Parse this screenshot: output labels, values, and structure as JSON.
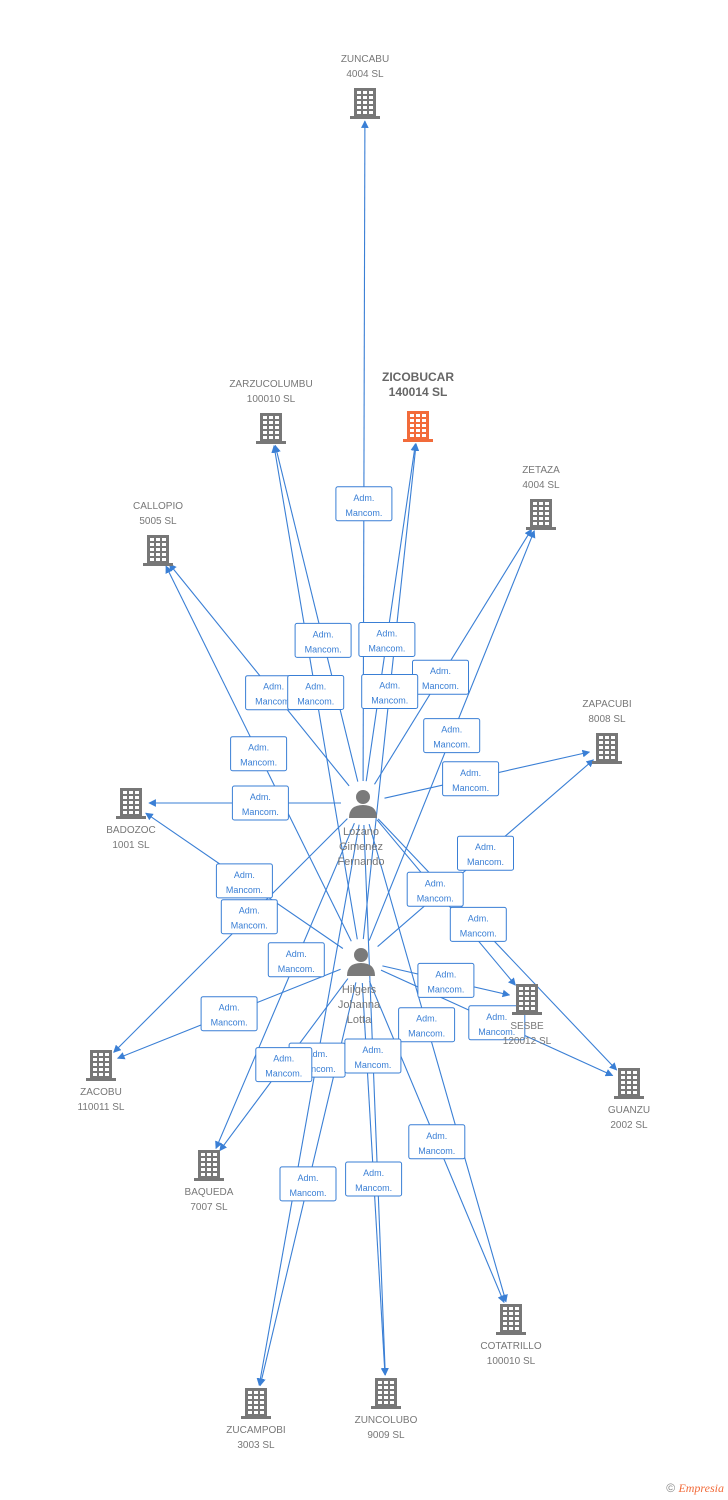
{
  "diagram": {
    "edge_label_line1": "Adm.",
    "edge_label_line2": "Mancom.",
    "persons": [
      {
        "id": "lozano",
        "lines": [
          "Lozano",
          "Gimenez",
          "Fernando"
        ]
      },
      {
        "id": "hilgers",
        "lines": [
          "Hilgers",
          "Johanna",
          "Lotta"
        ]
      }
    ],
    "companies": [
      {
        "id": "zuncabu",
        "lines": [
          "ZUNCABU",
          "4004 SL"
        ],
        "main": false
      },
      {
        "id": "zarzucolumbu",
        "lines": [
          "ZARZUCOLUMBU",
          "100010 SL"
        ],
        "main": false
      },
      {
        "id": "zicobucar",
        "lines": [
          "ZICOBUCAR",
          "140014 SL"
        ],
        "main": true
      },
      {
        "id": "zetaza",
        "lines": [
          "ZETAZA",
          "4004 SL"
        ],
        "main": false
      },
      {
        "id": "callopio",
        "lines": [
          "CALLOPIO",
          "5005 SL"
        ],
        "main": false
      },
      {
        "id": "zapacubi",
        "lines": [
          "ZAPACUBI",
          "8008 SL"
        ],
        "main": false
      },
      {
        "id": "badozoc",
        "lines": [
          "BADOZOC",
          "1001 SL"
        ],
        "main": false
      },
      {
        "id": "sesbe",
        "lines": [
          "SESBE",
          "120012 SL"
        ],
        "main": false
      },
      {
        "id": "guanzu",
        "lines": [
          "GUANZU",
          "2002 SL"
        ],
        "main": false
      },
      {
        "id": "zacobu",
        "lines": [
          "ZACOBU",
          "110011 SL"
        ],
        "main": false
      },
      {
        "id": "baqueda",
        "lines": [
          "BAQUEDA",
          "7007 SL"
        ],
        "main": false
      },
      {
        "id": "cotatrillo",
        "lines": [
          "COTATRILLO",
          "100010 SL"
        ],
        "main": false
      },
      {
        "id": "zucampobi",
        "lines": [
          "ZUCAMPOBI",
          "3003 SL"
        ],
        "main": false
      },
      {
        "id": "zuncolubo",
        "lines": [
          "ZUNCOLUBO",
          "9009 SL"
        ],
        "main": false
      }
    ],
    "edges": [
      {
        "from": "lozano",
        "to": "zuncabu"
      },
      {
        "from": "lozano",
        "to": "zarzucolumbu"
      },
      {
        "from": "lozano",
        "to": "zicobucar"
      },
      {
        "from": "lozano",
        "to": "zetaza"
      },
      {
        "from": "lozano",
        "to": "callopio"
      },
      {
        "from": "lozano",
        "to": "zapacubi"
      },
      {
        "from": "lozano",
        "to": "badozoc"
      },
      {
        "from": "lozano",
        "to": "sesbe"
      },
      {
        "from": "lozano",
        "to": "guanzu"
      },
      {
        "from": "lozano",
        "to": "zacobu"
      },
      {
        "from": "lozano",
        "to": "baqueda"
      },
      {
        "from": "lozano",
        "to": "cotatrillo"
      },
      {
        "from": "lozano",
        "to": "zucampobi"
      },
      {
        "from": "lozano",
        "to": "zuncolubo"
      },
      {
        "from": "hilgers",
        "to": "zarzucolumbu"
      },
      {
        "from": "hilgers",
        "to": "zicobucar"
      },
      {
        "from": "hilgers",
        "to": "zetaza"
      },
      {
        "from": "hilgers",
        "to": "callopio"
      },
      {
        "from": "hilgers",
        "to": "zapacubi"
      },
      {
        "from": "hilgers",
        "to": "badozoc"
      },
      {
        "from": "hilgers",
        "to": "sesbe"
      },
      {
        "from": "hilgers",
        "to": "guanzu"
      },
      {
        "from": "hilgers",
        "to": "zacobu"
      },
      {
        "from": "hilgers",
        "to": "baqueda"
      },
      {
        "from": "hilgers",
        "to": "cotatrillo"
      },
      {
        "from": "hilgers",
        "to": "zucampobi"
      },
      {
        "from": "hilgers",
        "to": "zuncolubo"
      }
    ]
  },
  "footer": {
    "copyright": "©",
    "brand": "Empresia"
  }
}
